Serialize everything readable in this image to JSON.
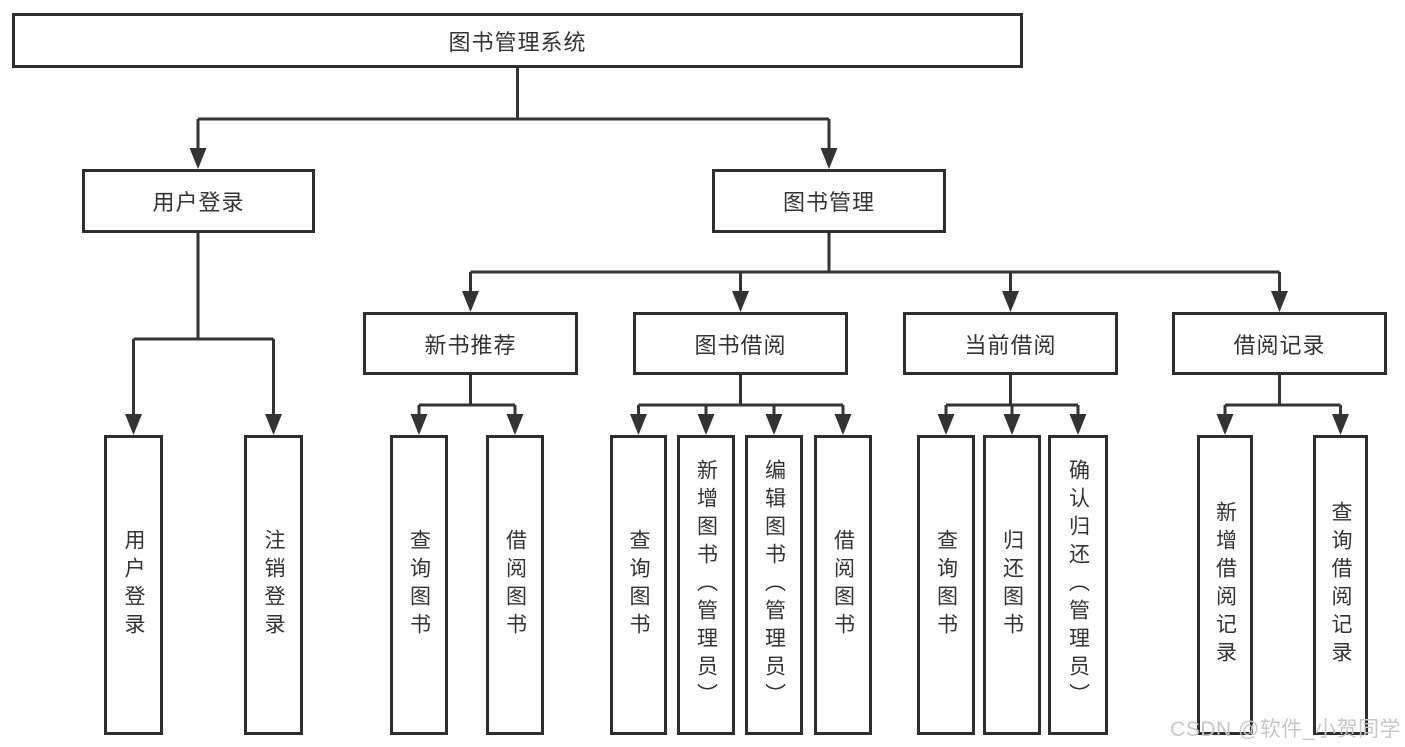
{
  "diagram": {
    "type": "hierarchy-tree",
    "title": "图书管理系统",
    "line_color": "#333333",
    "box_border_color": "#2e2e2e",
    "text_color": "#333333",
    "background_color": "#ffffff"
  },
  "nodes": {
    "root": {
      "label": "图书管理系统",
      "level": 1
    },
    "user_login": {
      "label": "用户登录",
      "level": 2
    },
    "book_mgmt": {
      "label": "图书管理",
      "level": 2
    },
    "new_book_rec": {
      "label": "新书推荐",
      "level": 3
    },
    "book_borrow": {
      "label": "图书借阅",
      "level": 3
    },
    "current_borrow": {
      "label": "当前借阅",
      "level": 3
    },
    "borrow_records": {
      "label": "借阅记录",
      "level": 3
    },
    "leaf_user_login": {
      "label": "用户登录",
      "level": 4
    },
    "leaf_logout": {
      "label": "注销登录",
      "level": 4
    },
    "leaf_query_book_1": {
      "label": "查询图书",
      "level": 4
    },
    "leaf_borrow_book_1": {
      "label": "借阅图书",
      "level": 4
    },
    "leaf_query_book_2": {
      "label": "查询图书",
      "level": 4
    },
    "leaf_add_book": {
      "label": "新增图书（管理员）",
      "level": 4
    },
    "leaf_edit_book": {
      "label": "编辑图书（管理员）",
      "level": 4
    },
    "leaf_borrow_book_2": {
      "label": "借阅图书",
      "level": 4
    },
    "leaf_query_book_3": {
      "label": "查询图书",
      "level": 4
    },
    "leaf_return_book": {
      "label": "归还图书",
      "level": 4
    },
    "leaf_confirm_return": {
      "label": "确认归还（管理员）",
      "level": 4
    },
    "leaf_add_record": {
      "label": "新增借阅记录",
      "level": 4
    },
    "leaf_query_record": {
      "label": "查询借阅记录",
      "level": 4
    }
  },
  "edges": [
    {
      "from": "图书管理系统",
      "to": "用户登录"
    },
    {
      "from": "图书管理系统",
      "to": "图书管理"
    },
    {
      "from": "用户登录",
      "to": "用户登录"
    },
    {
      "from": "用户登录",
      "to": "注销登录"
    },
    {
      "from": "图书管理",
      "to": "新书推荐"
    },
    {
      "from": "图书管理",
      "to": "图书借阅"
    },
    {
      "from": "图书管理",
      "to": "当前借阅"
    },
    {
      "from": "图书管理",
      "to": "借阅记录"
    },
    {
      "from": "新书推荐",
      "to": "查询图书"
    },
    {
      "from": "新书推荐",
      "to": "借阅图书"
    },
    {
      "from": "图书借阅",
      "to": "查询图书"
    },
    {
      "from": "图书借阅",
      "to": "新增图书（管理员）"
    },
    {
      "from": "图书借阅",
      "to": "编辑图书（管理员）"
    },
    {
      "from": "图书借阅",
      "to": "借阅图书"
    },
    {
      "from": "当前借阅",
      "to": "查询图书"
    },
    {
      "from": "当前借阅",
      "to": "归还图书"
    },
    {
      "from": "当前借阅",
      "to": "确认归还（管理员）"
    },
    {
      "from": "借阅记录",
      "to": "新增借阅记录"
    },
    {
      "from": "借阅记录",
      "to": "查询借阅记录"
    }
  ],
  "watermark": {
    "text": "CSDN @软件_小贺同学",
    "color": "#c8c7c7"
  }
}
